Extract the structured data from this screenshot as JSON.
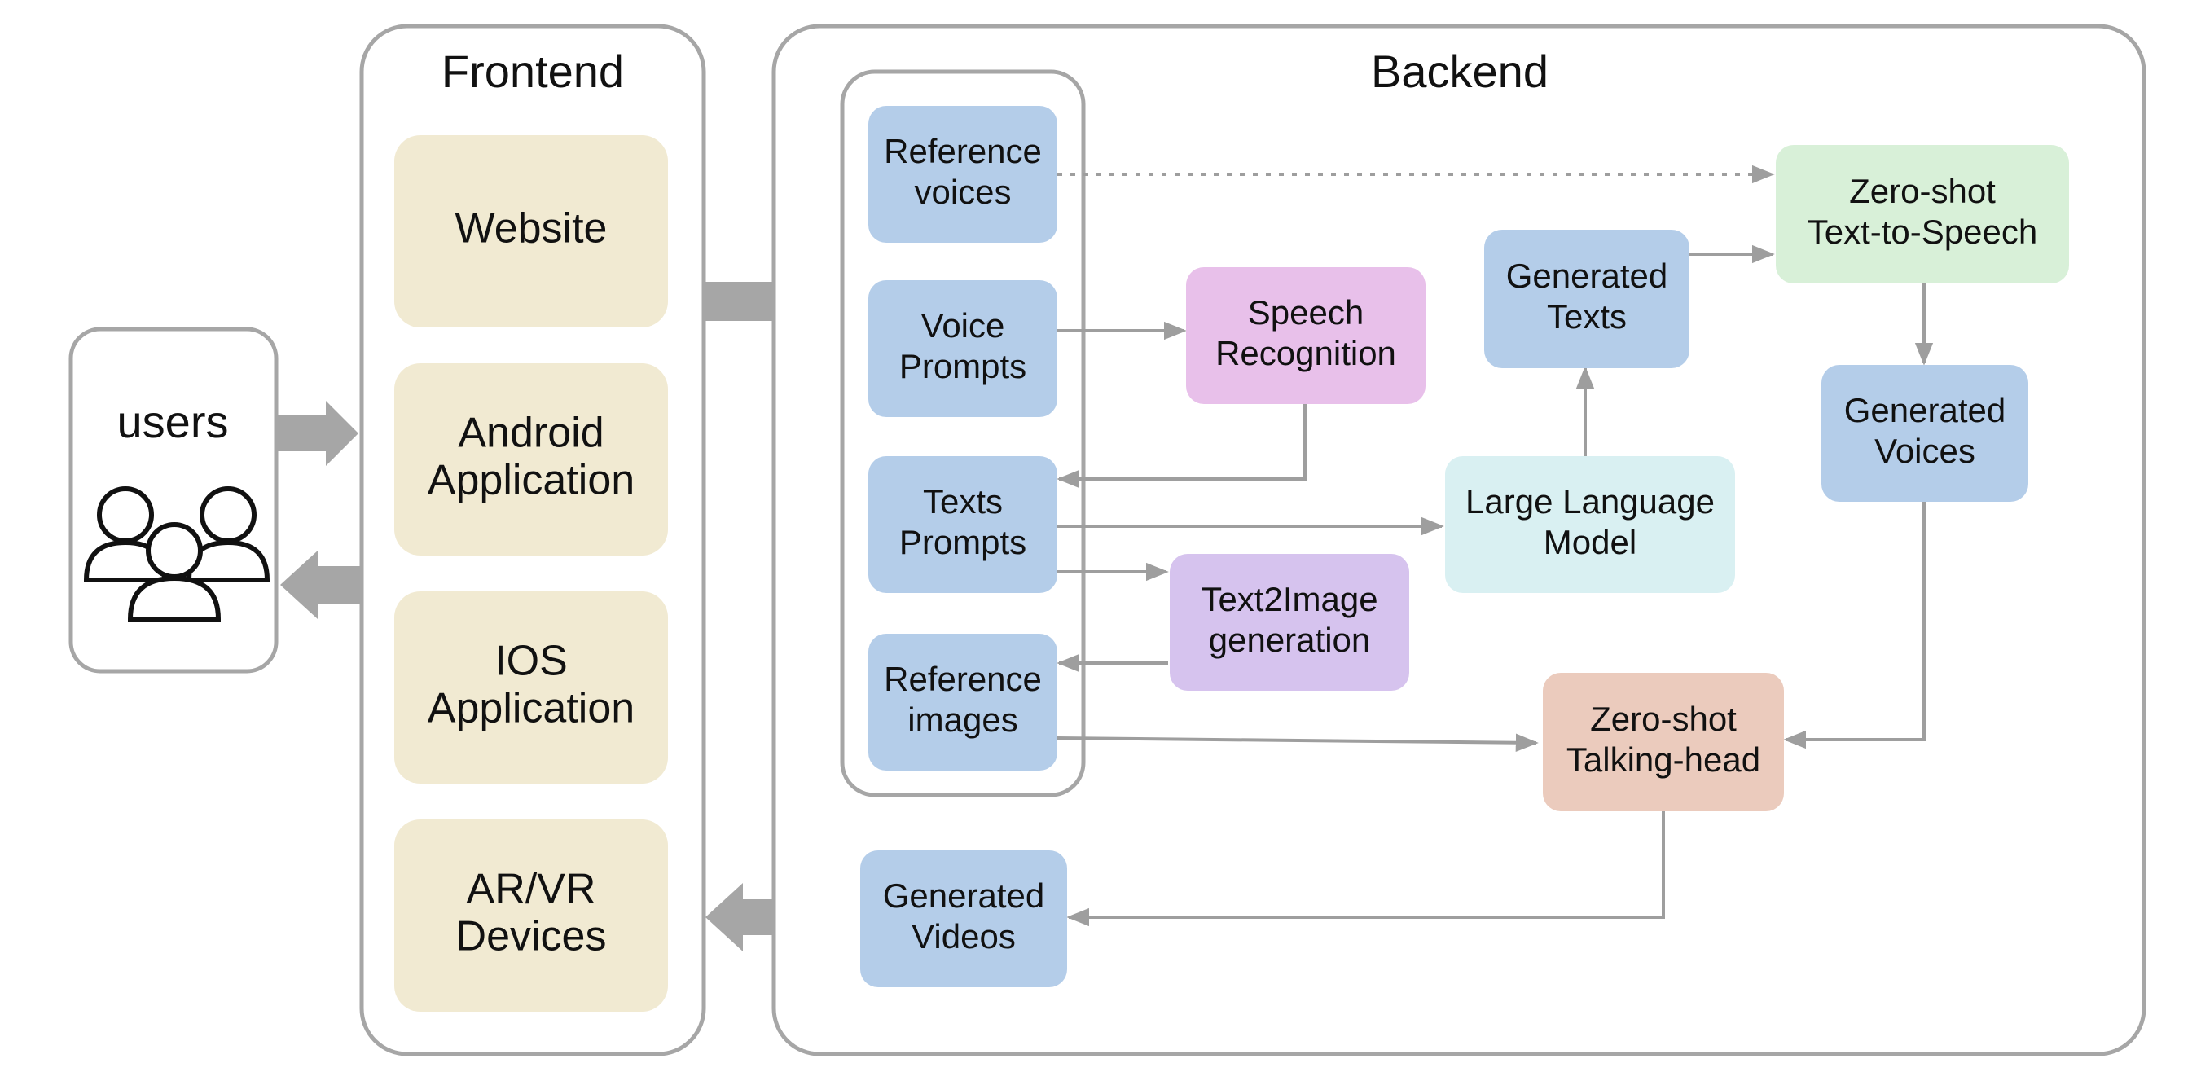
{
  "users": {
    "label": "users"
  },
  "frontend": {
    "title": "Frontend",
    "items": [
      {
        "lines": [
          "Website"
        ],
        "color": "#f1ead2"
      },
      {
        "lines": [
          "Android",
          "Application"
        ],
        "color": "#f1ead2"
      },
      {
        "lines": [
          "IOS",
          "Application"
        ],
        "color": "#f1ead2"
      },
      {
        "lines": [
          "AR/VR",
          "Devices"
        ],
        "color": "#f1ead2"
      }
    ]
  },
  "backend": {
    "title": "Backend",
    "nodes": {
      "reference_voices": {
        "lines": [
          "Reference",
          "voices"
        ],
        "color": "#b4cde9"
      },
      "voice_prompts": {
        "lines": [
          "Voice",
          "Prompts"
        ],
        "color": "#b4cde9"
      },
      "texts_prompts": {
        "lines": [
          "Texts",
          "Prompts"
        ],
        "color": "#b4cde9"
      },
      "reference_images": {
        "lines": [
          "Reference",
          "images"
        ],
        "color": "#b4cde9"
      },
      "speech_recognition": {
        "lines": [
          "Speech",
          "Recognition"
        ],
        "color": "#e8c0ea"
      },
      "text2image": {
        "lines": [
          "Text2Image",
          "generation"
        ],
        "color": "#d6c3ee"
      },
      "generated_texts": {
        "lines": [
          "Generated",
          "Texts"
        ],
        "color": "#b4cde9"
      },
      "llm": {
        "lines": [
          "Large Language",
          "Model"
        ],
        "color": "#d9f0f2"
      },
      "zero_shot_tts": {
        "lines": [
          "Zero-shot",
          "Text-to-Speech"
        ],
        "color": "#d8f0d8"
      },
      "generated_voices": {
        "lines": [
          "Generated",
          "Voices"
        ],
        "color": "#b4cde9"
      },
      "zero_shot_talking_head": {
        "lines": [
          "Zero-shot",
          "Talking-head"
        ],
        "color": "#ebcbbd"
      },
      "generated_videos": {
        "lines": [
          "Generated",
          "Videos"
        ],
        "color": "#b4cde9"
      }
    }
  },
  "colors": {
    "border": "#a6a6a6",
    "arrow": "#a6a6a6",
    "line": "#9e9e9e"
  }
}
